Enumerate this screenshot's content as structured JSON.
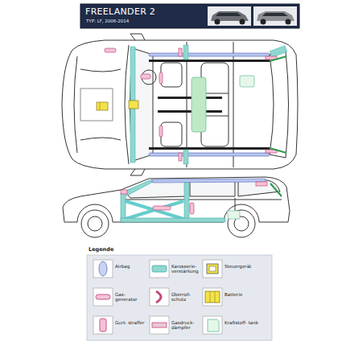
{
  "diagram": {
    "title": "FREELANDER 2",
    "labels": [
      "TYP: LF, 2006-2014",
      "Legende"
    ],
    "legend": [
      {
        "text": "Airbag"
      },
      {
        "text": "Gas- generator"
      },
      {
        "text": "Gurt- straffer"
      },
      {
        "text": "Karosserie- verstärkung"
      },
      {
        "text": "Überroll- schutz"
      },
      {
        "text": "Gasdruck- dämpfer"
      },
      {
        "text": "Steuergerät"
      },
      {
        "text": "Batterie"
      },
      {
        "text": "Kraftstoff- tank"
      }
    ]
  }
}
